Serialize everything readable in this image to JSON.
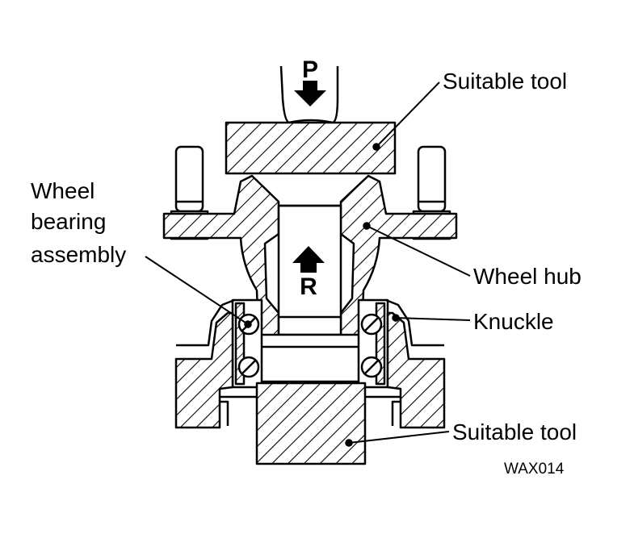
{
  "labels": {
    "suitable_tool_top": "Suitable tool",
    "wheel_bearing_line1": "Wheel",
    "wheel_bearing_line2": "bearing",
    "wheel_bearing_line3": "assembly",
    "wheel_hub": "Wheel hub",
    "knuckle": "Knuckle",
    "suitable_tool_bottom": "Suitable tool",
    "press_arrow": "P",
    "reaction_arrow": "R",
    "figure_code": "WAX014"
  },
  "colors": {
    "ink": "#000000",
    "paper": "#ffffff"
  }
}
